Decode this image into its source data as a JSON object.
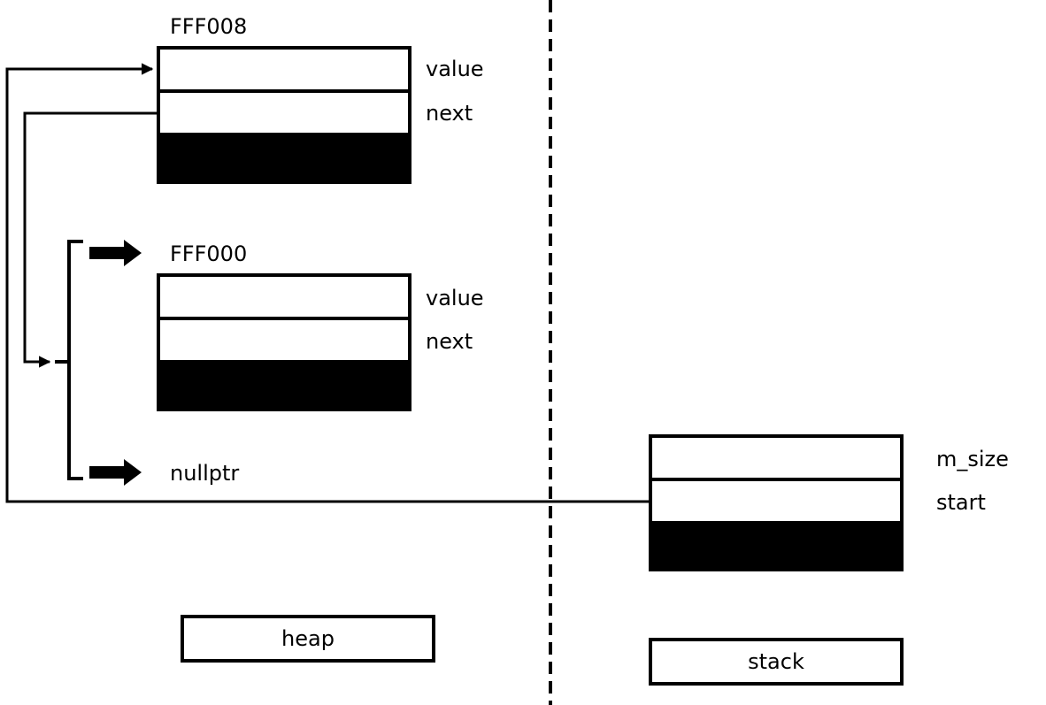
{
  "heap": {
    "node1": {
      "address": "FFF008",
      "fields": [
        "value",
        "next"
      ]
    },
    "node2": {
      "address": "FFF000",
      "fields": [
        "value",
        "next"
      ]
    },
    "null_label": "nullptr",
    "region_label": "heap"
  },
  "stack": {
    "object": {
      "fields": [
        "m_size",
        "start"
      ]
    },
    "region_label": "stack"
  },
  "colors": {
    "ink": "#000000",
    "background": "#ffffff"
  }
}
